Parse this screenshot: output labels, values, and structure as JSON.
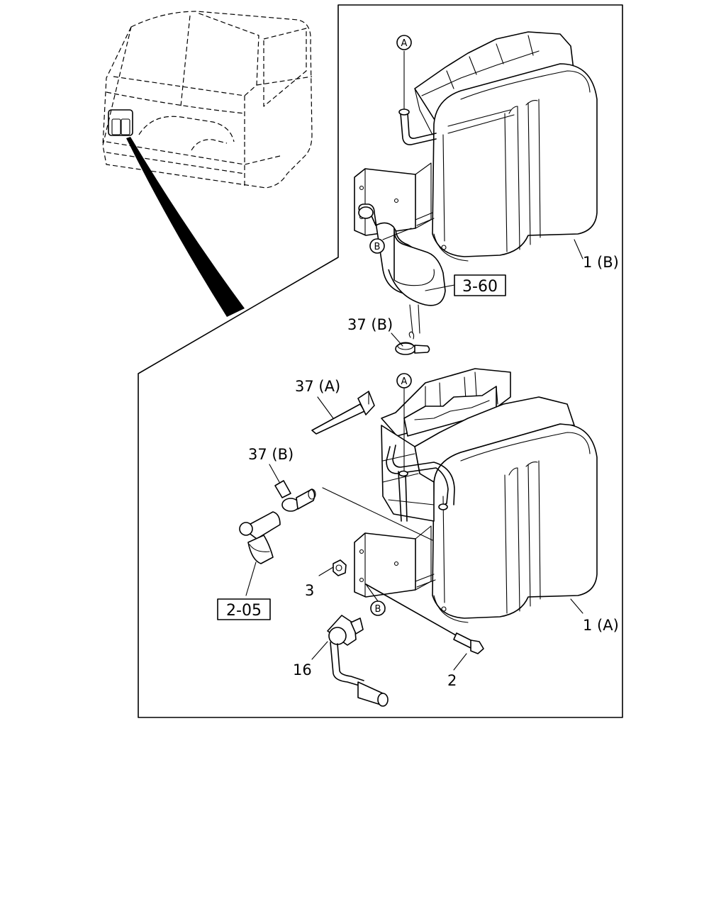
{
  "callouts": {
    "part_1a": "1 (A)",
    "part_1b": "1 (B)",
    "part_2": "2",
    "part_3": "3",
    "part_16": "16",
    "part_37a": "37 (A)",
    "part_37b_upper": "37 (B)",
    "part_37b_lower": "37 (B)"
  },
  "reference_boxes": {
    "ref_3_60": "3-60",
    "ref_2_05": "2-05"
  },
  "connection_markers": {
    "a_top": "A",
    "a_mid": "A",
    "b_upper": "B",
    "b_lower": "B"
  }
}
